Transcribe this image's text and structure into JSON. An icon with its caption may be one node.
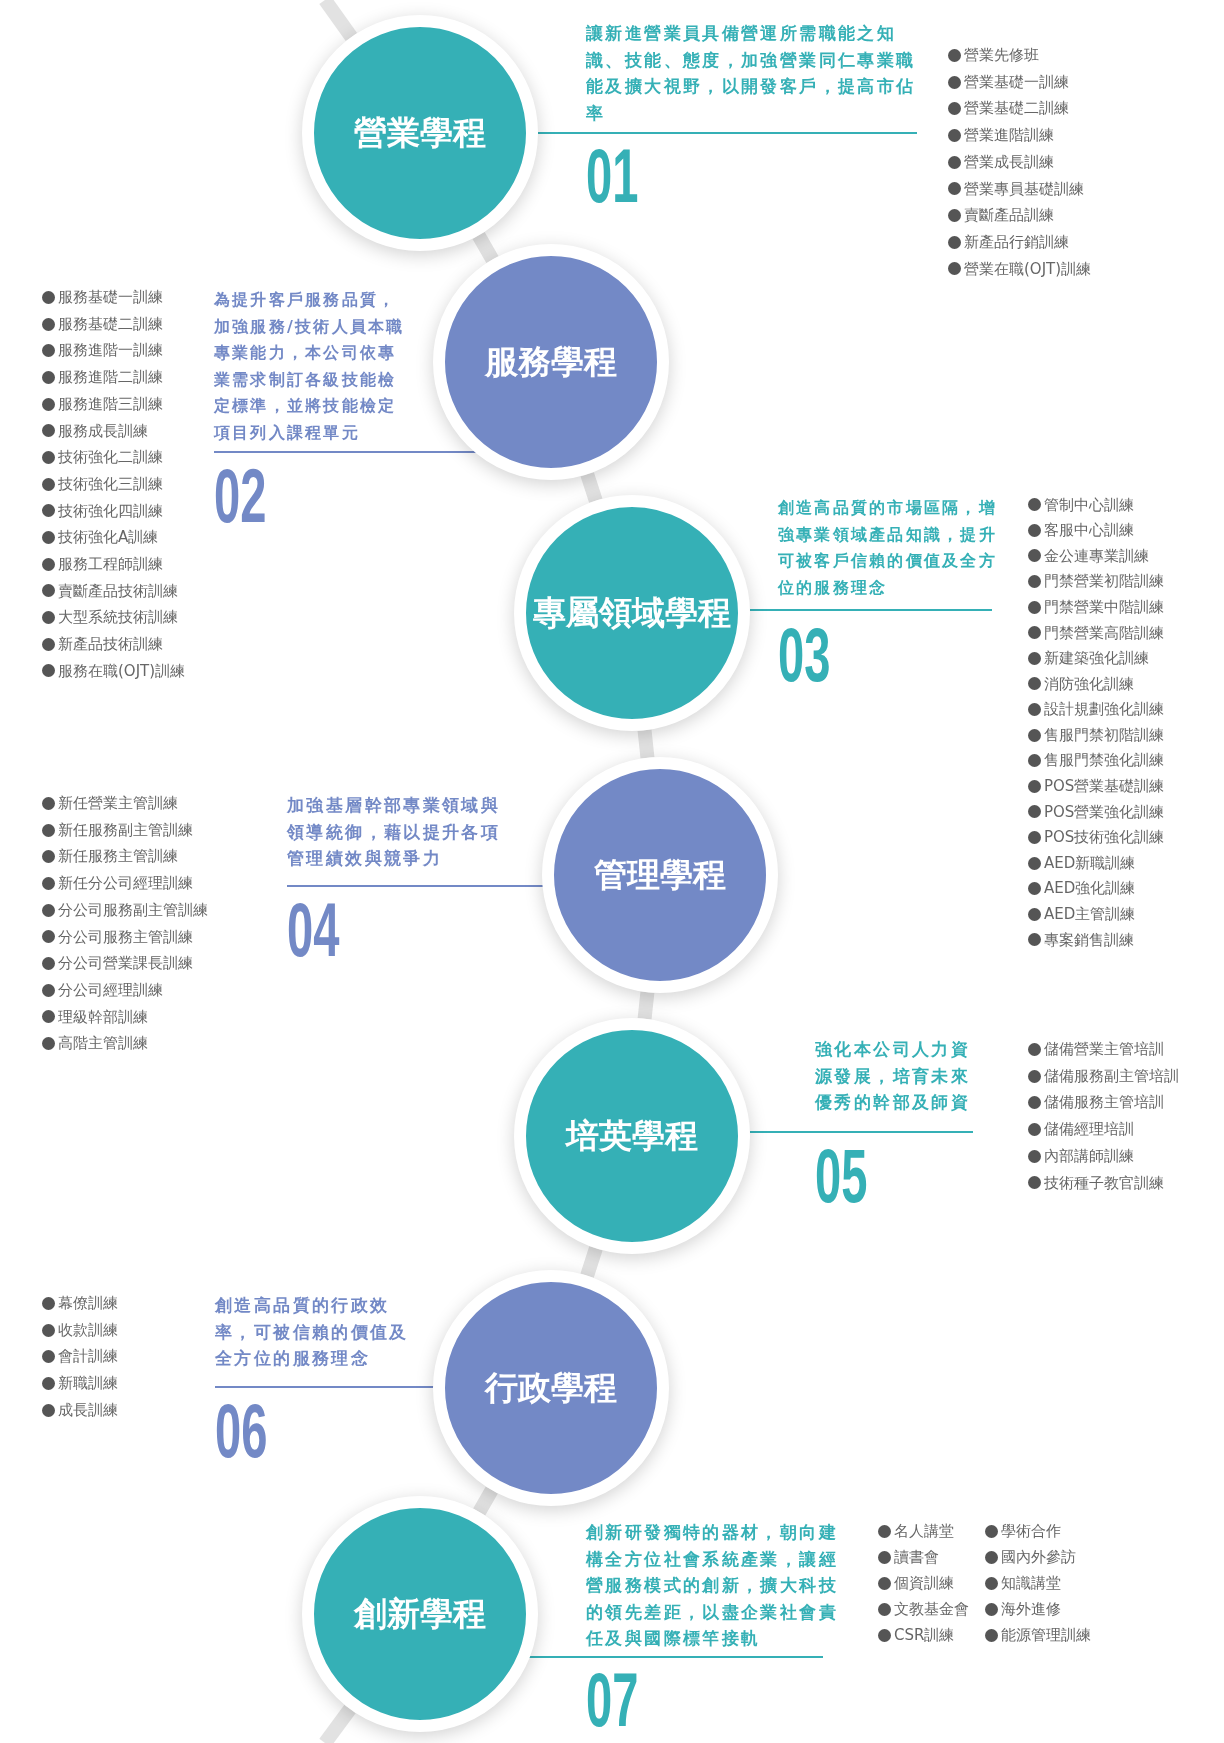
{
  "diagram": {
    "nodes": [
      {
        "text": [
          "營業學程"
        ],
        "beside": [
          "讓新進營業員具備營運所需職能之知識、技能、態度，加強營業同仁專業職能及擴大視野，以開發客戶，提高市佔率",
          "01",
          "營業先修班",
          "營業基礎一訓練",
          "營業基礎二訓練",
          "營業進階訓練",
          "營業成長訓練",
          "營業專員基礎訓練",
          "賣斷產品訓練",
          "新產品行銷訓練",
          "營業在職(OJT)訓練"
        ]
      },
      {
        "text": [
          "服務學程"
        ],
        "beside": [
          "為提升客戶服務品質，加強服務/技術人員本職專業能力，本公司依專業需求制訂各級技能檢定標準，並將技能檢定項目列入課程單元",
          "02",
          "服務基礎一訓練",
          "服務基礎二訓練",
          "服務進階一訓練",
          "服務進階二訓練",
          "服務進階三訓練",
          "服務成長訓練",
          "技術強化二訓練",
          "技術強化三訓練",
          "技術強化四訓練",
          "技術強化A訓練",
          "服務工程師訓練",
          "賣斷產品技術訓練",
          "大型系統技術訓練",
          "新產品技術訓練",
          "服務在職(OJT)訓練"
        ]
      },
      {
        "text": [
          "專屬領域學程"
        ],
        "beside": [
          "創造高品質的市場區隔，增強專業領域產品知識，提升可被客戶信賴的價值及全方位的服務理念",
          "03",
          "管制中心訓練",
          "客服中心訓練",
          "金公連專業訓練",
          "門禁營業初階訓練",
          "門禁營業中階訓練",
          "門禁營業高階訓練",
          "新建築強化訓練",
          "消防強化訓練",
          "設計規劃強化訓練",
          "售服門禁初階訓練",
          "售服門禁強化訓練",
          "POS營業基礎訓練",
          "POS營業強化訓練",
          "POS技術強化訓練",
          "AED新職訓練",
          "AED強化訓練",
          "AED主管訓練",
          "專案銷售訓練"
        ]
      },
      {
        "text": [
          "管理學程"
        ],
        "beside": [
          "加強基層幹部專業領域與領導統御，藉以提升各項管理績效與競爭力",
          "04",
          "新任營業主管訓練",
          "新任服務副主管訓練",
          "新任服務主管訓練",
          "新任分公司經理訓練",
          "分公司服務副主管訓練",
          "分公司服務主管訓練",
          "分公司營業課長訓練",
          "分公司經理訓練",
          "理級幹部訓練",
          "高階主管訓練"
        ]
      },
      {
        "text": [
          "培英學程"
        ],
        "beside": [
          "強化本公司人力資源發展，培育未來優秀的幹部及師資",
          "05",
          "儲備營業主管培訓",
          "儲備服務副主管培訓",
          "儲備服務主管培訓",
          "儲備經理培訓",
          "內部講師訓練",
          "技術種子教官訓練"
        ]
      },
      {
        "text": [
          "行政學程"
        ],
        "beside": [
          "創造高品質的行政效率，可被信賴的價值及全方位的服務理念",
          "06",
          "幕僚訓練",
          "收款訓練",
          "會計訓練",
          "新職訓練",
          "成長訓練"
        ]
      },
      {
        "text": [
          "創新學程"
        ],
        "beside": [
          "創新研發獨特的器材，朝向建構全方位社會系統產業，讓經營服務模式的創新，擴大科技的領先差距，以盡企業社會責任及與國際標竿接軌",
          "07",
          "名人講堂",
          "讀書會",
          "個資訓練",
          "文教基金會",
          "CSR訓練",
          "學術合作",
          "國內外參訪",
          "知識講堂",
          "海外進修",
          "能源管理訓練"
        ]
      }
    ],
    "edges": [
      {
        "from": null,
        "to": 0,
        "arrow": "none"
      },
      {
        "from": 0,
        "to": 1,
        "arrow": "none"
      },
      {
        "from": 1,
        "to": 2,
        "arrow": "none"
      },
      {
        "from": 2,
        "to": 3,
        "arrow": "none"
      },
      {
        "from": 3,
        "to": 4,
        "arrow": "none"
      },
      {
        "from": 4,
        "to": 5,
        "arrow": "none"
      },
      {
        "from": 5,
        "to": 6,
        "arrow": "none"
      },
      {
        "from": 6,
        "to": null,
        "arrow": "none"
      }
    ]
  }
}
